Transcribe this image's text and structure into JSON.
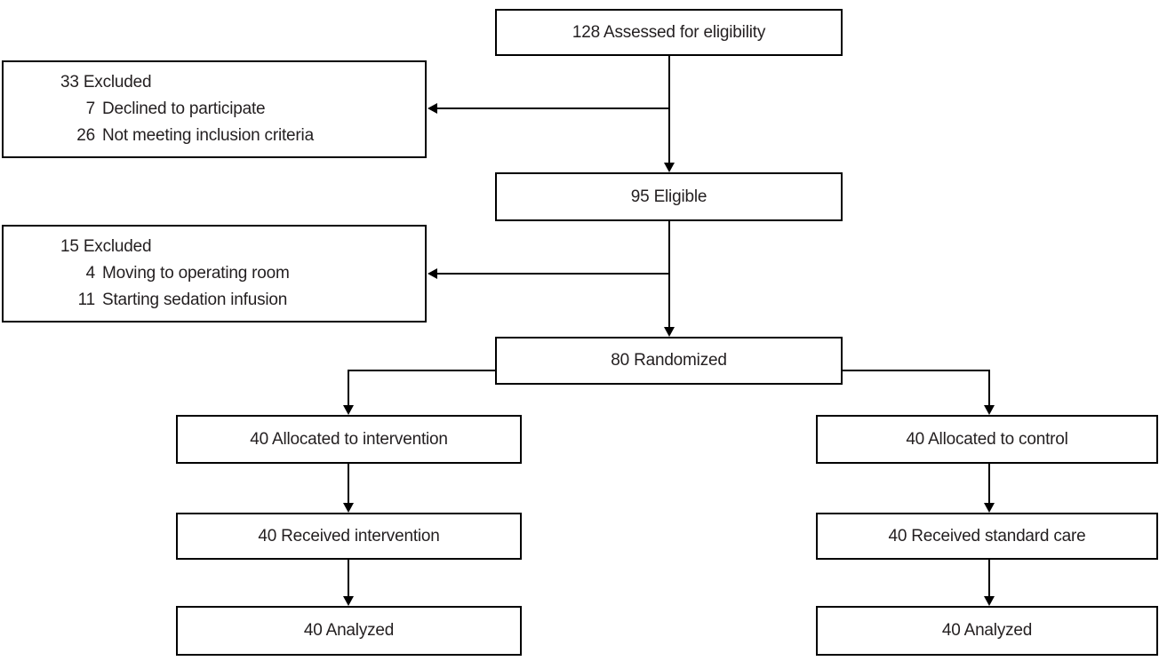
{
  "diagram": {
    "kind": "participant-flow-chart",
    "colors": {
      "line": "#000000",
      "text": "#231f20",
      "box_background": "#ffffff"
    },
    "nodes": {
      "assessed": {
        "label": "128 Assessed for eligibility"
      },
      "excluded1": {
        "title": "33 Excluded",
        "items": [
          {
            "n": "7",
            "text": "Declined to participate"
          },
          {
            "n": "26",
            "text": "Not meeting inclusion criteria"
          }
        ]
      },
      "eligible": {
        "label": "95 Eligible"
      },
      "excluded2": {
        "title": "15 Excluded",
        "items": [
          {
            "n": "4",
            "text": "Moving to operating room"
          },
          {
            "n": "11",
            "text": "Starting sedation infusion"
          }
        ]
      },
      "randomized": {
        "label": "80 Randomized"
      },
      "alloc_intervention": {
        "label": "40 Allocated to intervention"
      },
      "recv_intervention": {
        "label": "40 Received intervention"
      },
      "analyzed_intervention": {
        "label": "40 Analyzed"
      },
      "alloc_control": {
        "label": "40 Allocated to control"
      },
      "recv_control": {
        "label": "40 Received standard care"
      },
      "analyzed_control": {
        "label": "40 Analyzed"
      }
    }
  }
}
